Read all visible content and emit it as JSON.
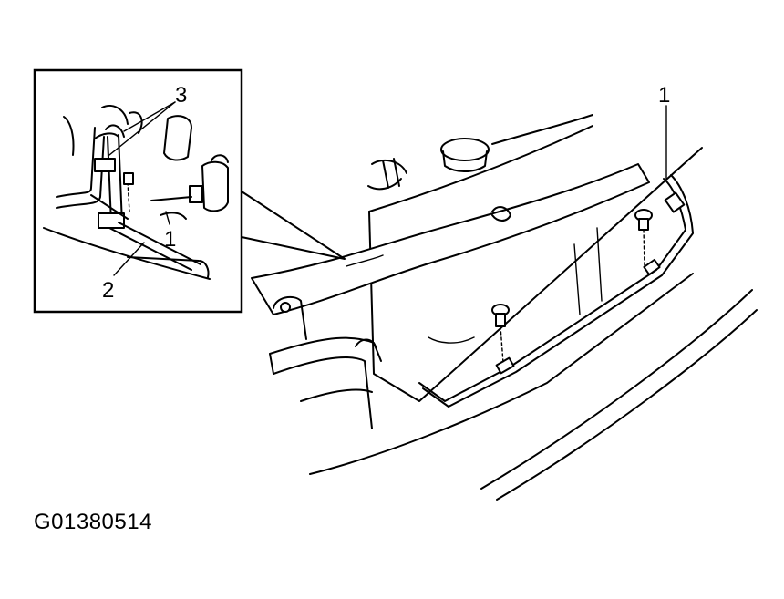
{
  "figure": {
    "code": "G01380514"
  },
  "callouts": {
    "main_1": "1",
    "inset_1": "1",
    "inset_2": "2",
    "inset_3": "3"
  }
}
